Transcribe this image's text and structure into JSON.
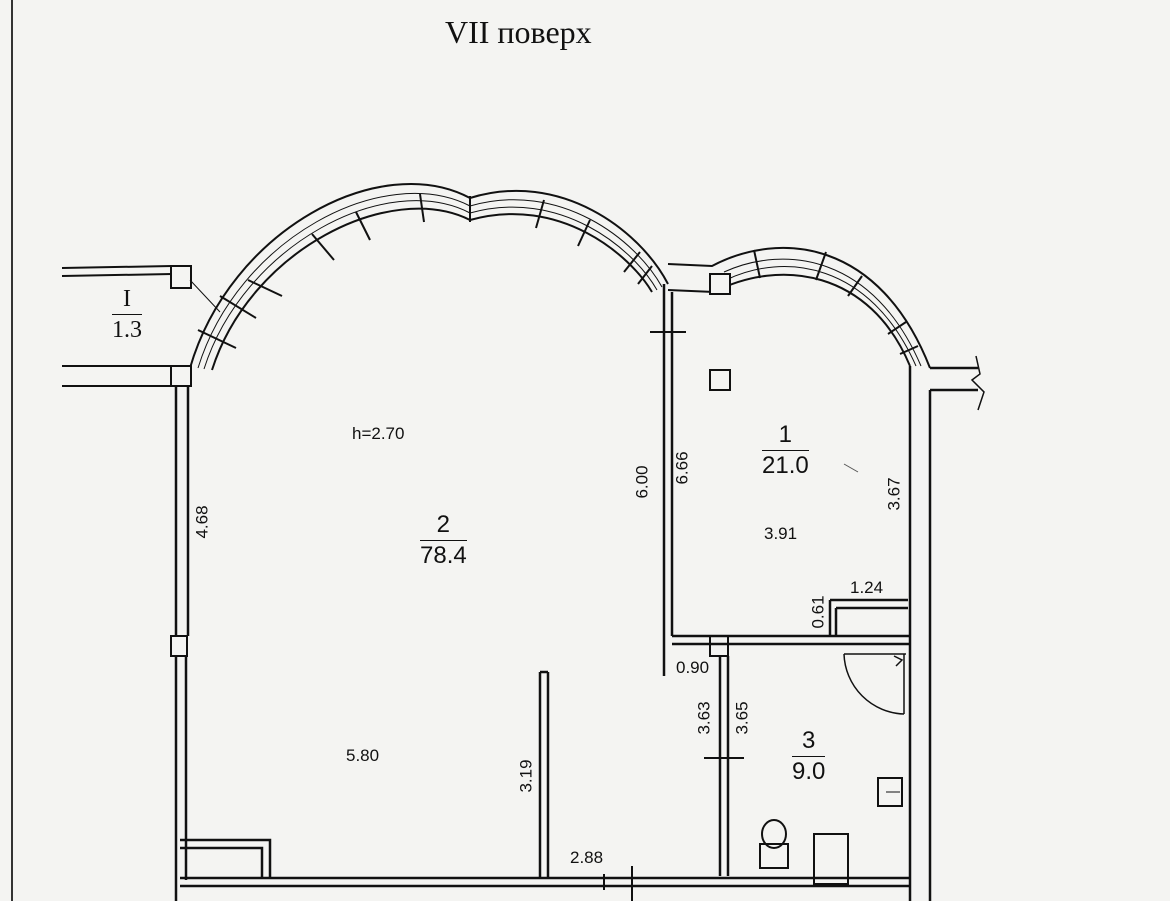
{
  "title": "VII поверх",
  "ceiling_height": "h=2.70",
  "rooms": [
    {
      "number": "1",
      "area": "21.0"
    },
    {
      "number": "2",
      "area": "78.4"
    },
    {
      "number": "3",
      "area": "9.0"
    },
    {
      "number": "I",
      "area": "1.3"
    }
  ],
  "dimensions": {
    "d_4_68": "4.68",
    "d_6_00": "6.00",
    "d_6_66": "6.66",
    "d_3_67": "3.67",
    "d_3_91": "3.91",
    "d_1_24": "1.24",
    "d_0_61": "0.61",
    "d_0_90": "0.90",
    "d_3_63": "3.63",
    "d_3_65": "3.65",
    "d_5_80": "5.80",
    "d_3_19": "3.19",
    "d_2_88": "2.88"
  }
}
